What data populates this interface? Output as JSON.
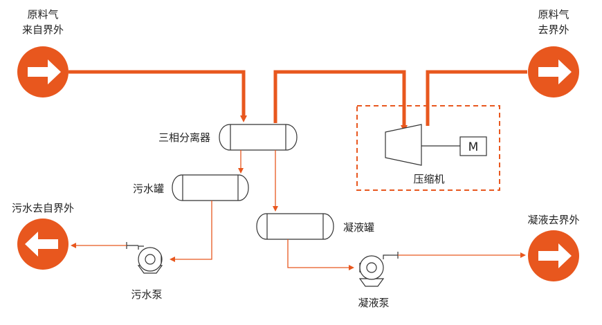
{
  "colors": {
    "main_flow": "#e8571e",
    "thin_flow": "#e8571e",
    "equipment_stroke": "#333333",
    "terminal_fill": "#e8571e",
    "text": "#222222"
  },
  "terminals": {
    "feed_in": {
      "line1": "原料气",
      "line2": "来自界外",
      "icon": "right-arrow-circle-icon"
    },
    "feed_out": {
      "line1": "原料气",
      "line2": "去界外",
      "icon": "right-arrow-circle-icon"
    },
    "wastewater_out": {
      "label": "污水去自界外",
      "icon": "left-arrow-circle-icon"
    },
    "condensate_out": {
      "label": "凝液去界外",
      "icon": "right-arrow-circle-icon"
    }
  },
  "equipment": {
    "three_phase_separator": "三相分离器",
    "wastewater_tank": "污水罐",
    "condensate_tank": "凝液罐",
    "compressor": "压缩机",
    "motor": "M",
    "wastewater_pump": "污水泵",
    "condensate_pump": "凝液泵"
  }
}
